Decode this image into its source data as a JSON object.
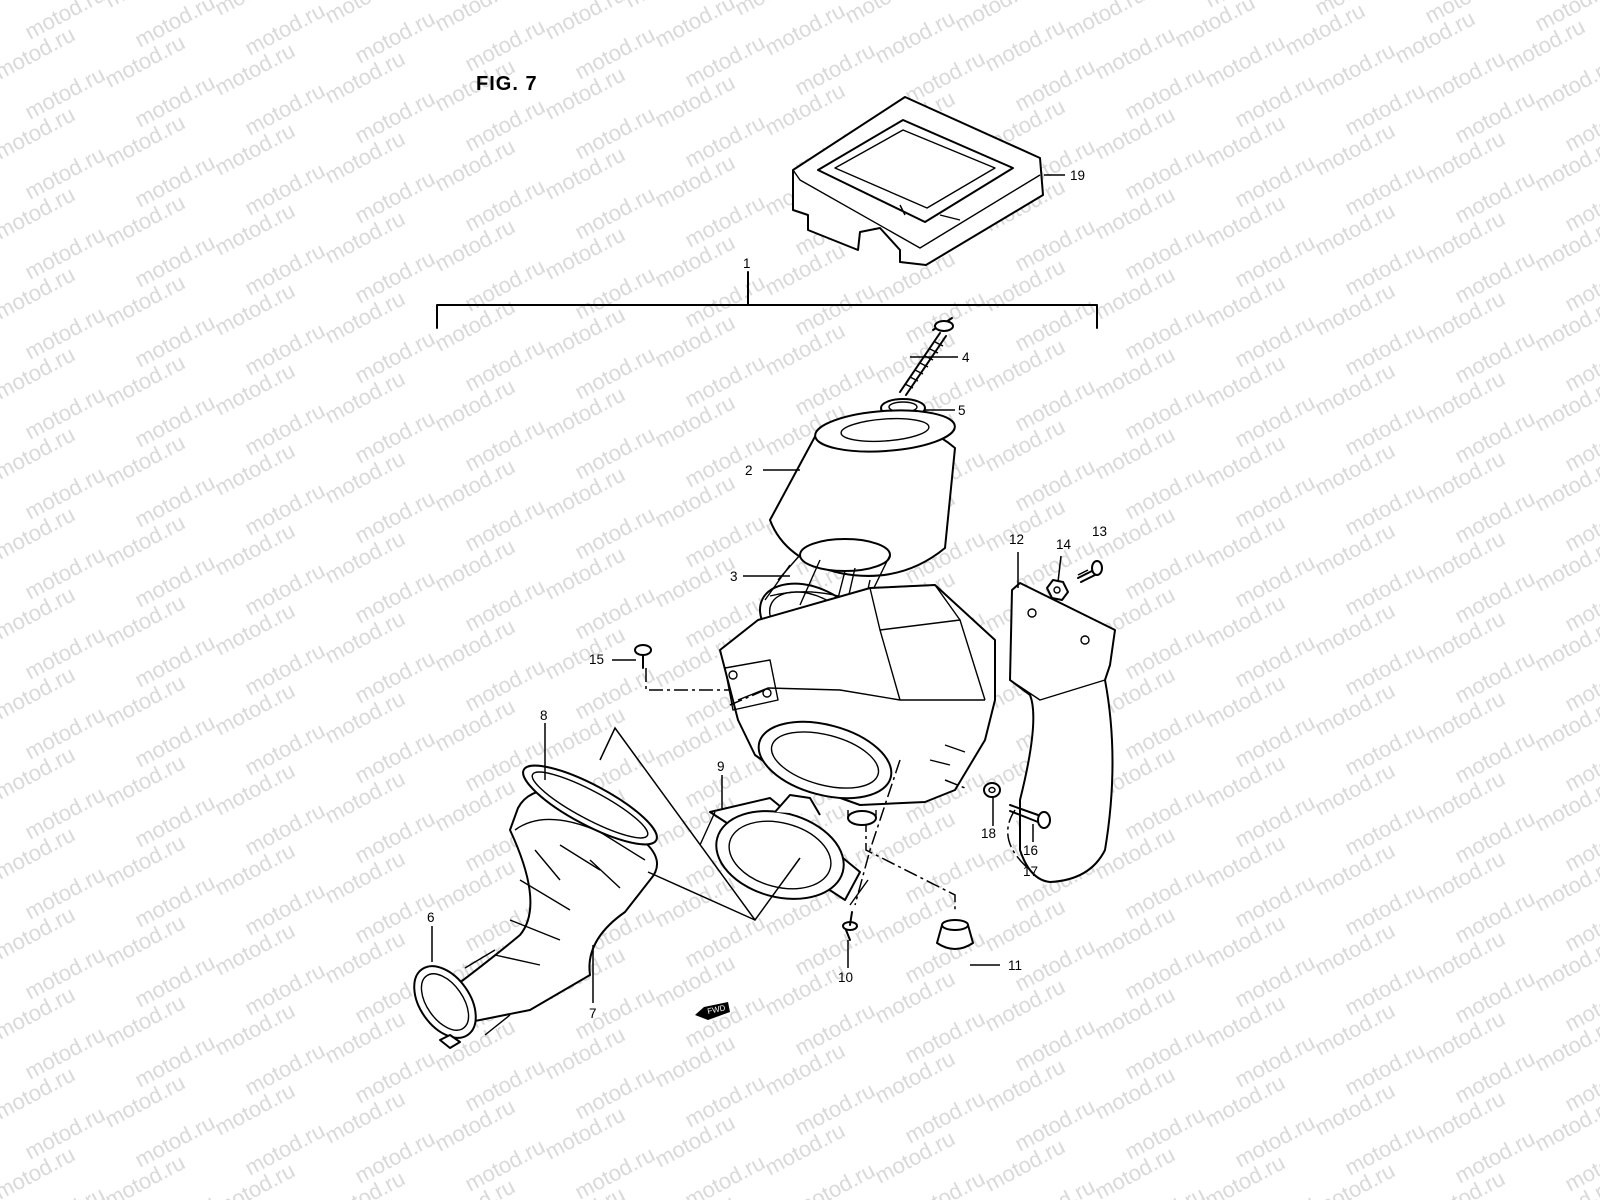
{
  "figure": {
    "title": "FIG. 7"
  },
  "watermark": {
    "text": "motod.ru"
  },
  "fwd_marker": {
    "label": "FWD"
  },
  "callouts": {
    "c1": "1",
    "c2": "2",
    "c3": "3",
    "c4": "4",
    "c5": "5",
    "c6": "6",
    "c7": "7",
    "c8": "8",
    "c9": "9",
    "c10": "10",
    "c11": "11",
    "c12": "12",
    "c13": "13",
    "c14": "14",
    "c15": "15",
    "c16": "16",
    "c17": "17",
    "c18": "18",
    "c19": "19"
  }
}
